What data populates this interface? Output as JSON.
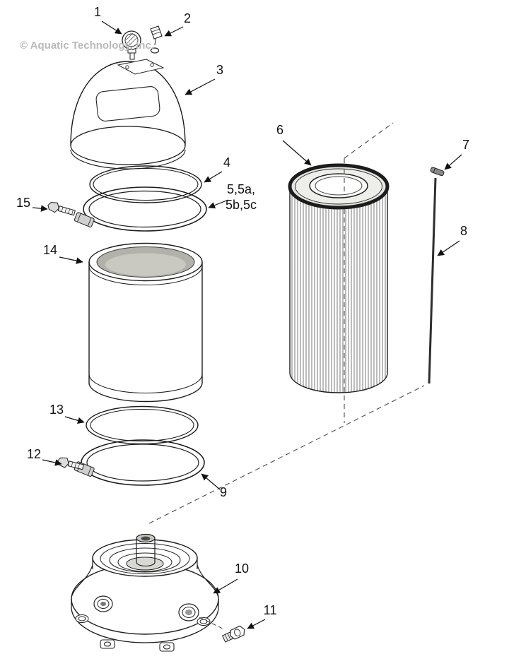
{
  "watermark": "© Aquatic Technology, Inc.",
  "labels": {
    "p1": "1",
    "p2": "2",
    "p3": "3",
    "p4": "4",
    "p5a": "5,5a,",
    "p5b": "5b,5c",
    "p6": "6",
    "p7": "7",
    "p8": "8",
    "p9": "9",
    "p10": "10",
    "p11": "11",
    "p12": "12",
    "p13": "13",
    "p14": "14",
    "p15": "15"
  }
}
